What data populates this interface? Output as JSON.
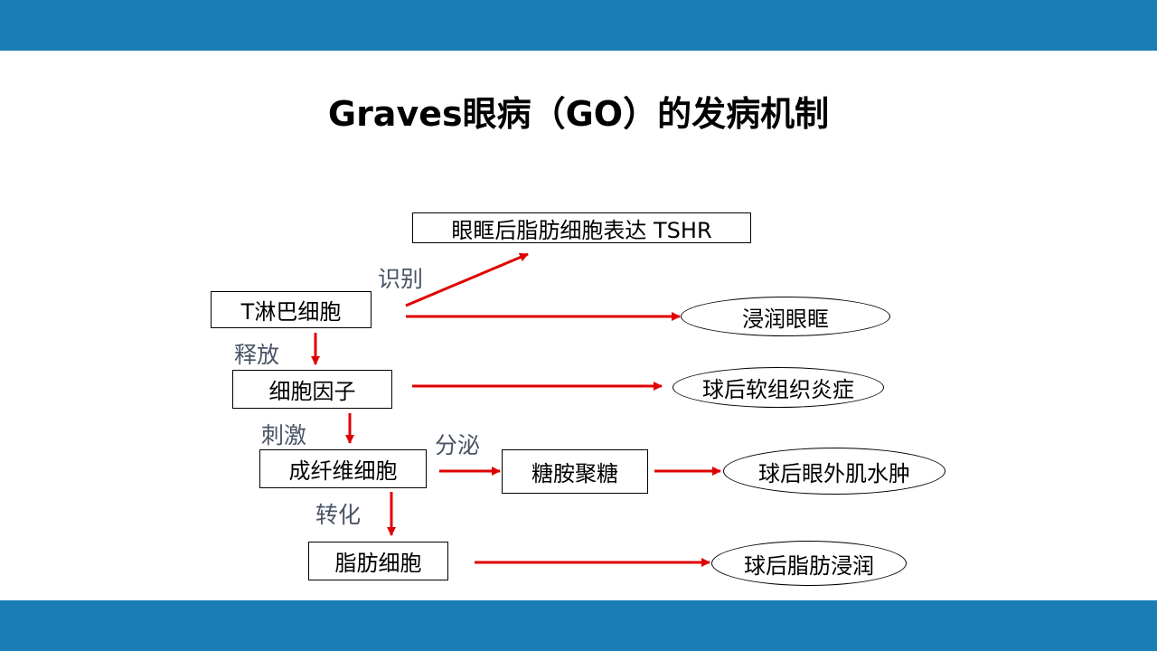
{
  "title": "Graves眼病（GO）的发病机制",
  "colors": {
    "band": "#1a7db5",
    "arrow": "#e00000",
    "label": "#4a5466"
  },
  "nodes": {
    "tshr": "眼眶后脂肪细胞表达 TSHR",
    "t_cell": "T淋巴细胞",
    "cytokine": "细胞因子",
    "fibroblast": "成纤维细胞",
    "gag": "糖胺聚糖",
    "adipocyte": "脂肪细胞"
  },
  "outcomes": {
    "infiltrate_orbit": "浸润眼眶",
    "inflammation": "球后软组织炎症",
    "muscle_edema": "球后眼外肌水肿",
    "fat_infiltration": "球后脂肪浸润"
  },
  "edge_labels": {
    "recognize": "识别",
    "release": "释放",
    "stimulate": "刺激",
    "secrete": "分泌",
    "transform": "转化"
  }
}
